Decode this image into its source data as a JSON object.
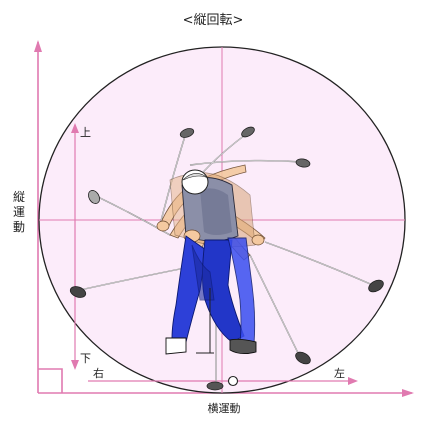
{
  "title": "<縦回転>",
  "labels": {
    "up": "上",
    "down": "下",
    "right": "右",
    "left": "左",
    "horizontal_motion": "横運動",
    "vertical_motion_chars": [
      "縦",
      "運",
      "動"
    ]
  },
  "colors": {
    "ellipse_fill": "#fcecfa",
    "ellipse_stroke": "#222222",
    "axis": "#e07ab0",
    "crosshair": "#e07ab0",
    "shirt": "#8b8fa8",
    "pants": "#2236c8",
    "skin": "#f4c9a0",
    "club_shaft": "#bfbfbf"
  },
  "icons": {
    "golfer": "golfer-swing-sequence-figure",
    "ball": "golf-ball-icon"
  }
}
